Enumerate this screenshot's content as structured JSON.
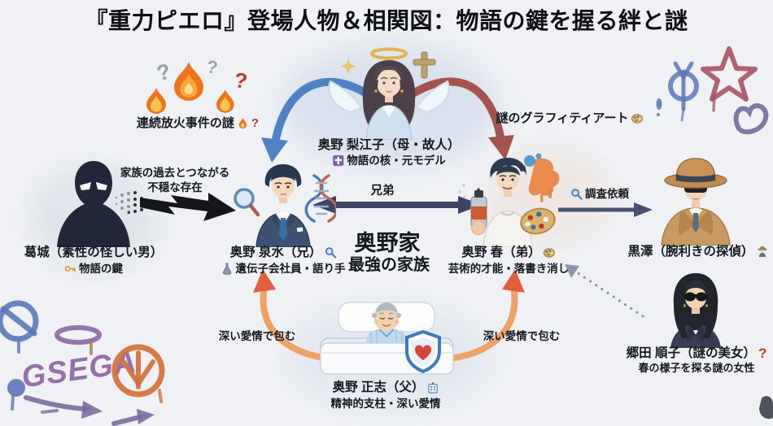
{
  "title": "『重力ピエロ』登場人物＆相関図：物語の鍵を握る絆と謎",
  "family": {
    "name": "奥野家",
    "tagline": "最強の家族"
  },
  "characters": {
    "rieko": {
      "name": "奥野 梨江子（母・故人）",
      "role": "物語の核・元モデル"
    },
    "izumi": {
      "name": "奥野 泉水（兄）",
      "role": "遺伝子会社員・語り手"
    },
    "haru": {
      "name": "奥野 春（弟）",
      "role": "芸術的才能・落書き消し"
    },
    "katsuragi": {
      "name": "葛城（素性の怪しい男）",
      "role": "物語の鍵"
    },
    "kurosawa": {
      "name": "黒澤（腕利きの探偵）"
    },
    "junko": {
      "name": "郷田 順子（謎の美女）",
      "role": "春の様子を探る謎の女性"
    },
    "masashi": {
      "name": "奥野 正志（父）",
      "role": "精神的支柱・深い愛情"
    }
  },
  "relations": {
    "brothers": "兄弟",
    "arson": "連続放火事件の謎",
    "graffiti": "謎のグラフィティアート",
    "katsuragi_line1": "家族の過去とつながる",
    "katsuragi_line2": "不穏な存在",
    "investigation": "調査依頼",
    "love_left": "深い愛情で包む",
    "love_right": "深い愛情で包む"
  },
  "marks": {
    "question": "?"
  },
  "graffiti_text": "GSEGA",
  "icons": {
    "magnifier": "magnifier-icon",
    "flask": "flask-icon",
    "palette": "palette-icon",
    "key": "key-icon",
    "cross": "cross-badge-icon",
    "detective": "detective-icon",
    "hospital": "hospital-icon",
    "flame": "flame-icon",
    "halo": "halo-icon"
  },
  "colors": {
    "background": "#eff1f4",
    "arrow_navy": "#3e4466",
    "arc_blue": "#4e82c4",
    "arc_red": "#a3544e",
    "arc_orange": "#f0a265",
    "arrowhead_orange": "#e0603c",
    "arrow_black": "#15161a",
    "dotted_gray": "#8a94ae",
    "question_red": "#c0392b",
    "flame_orange": "#ee741f"
  }
}
